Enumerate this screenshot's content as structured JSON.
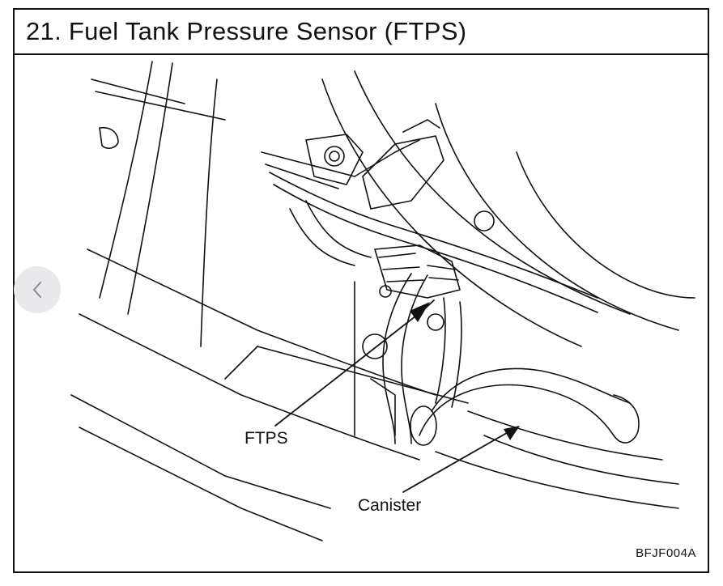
{
  "title": "21. Fuel Tank Pressure Sensor (FTPS)",
  "labels": {
    "ftps": "FTPS",
    "canister": "Canister"
  },
  "figure_code": "BFJF004A",
  "nav": {
    "prev_icon": "chevron-left-icon"
  }
}
